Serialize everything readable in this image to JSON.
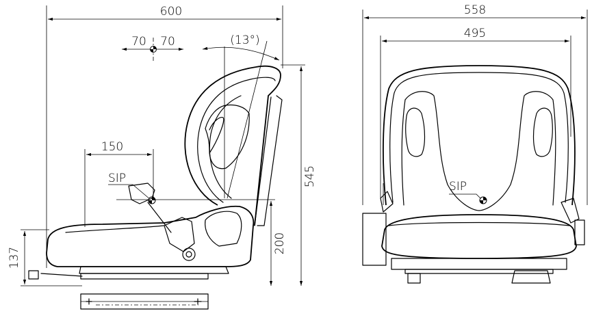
{
  "side_view": {
    "width_label": "600",
    "offset_left_label": "70",
    "offset_right_label": "70",
    "angle_label": "(13°)",
    "sip_label": "SIP",
    "sip_depth_label": "150",
    "height_label": "545",
    "seat_height_label": "200",
    "base_height_label": "137"
  },
  "front_view": {
    "outer_width_label": "558",
    "inner_width_label": "495",
    "sip_label": "SIP"
  }
}
